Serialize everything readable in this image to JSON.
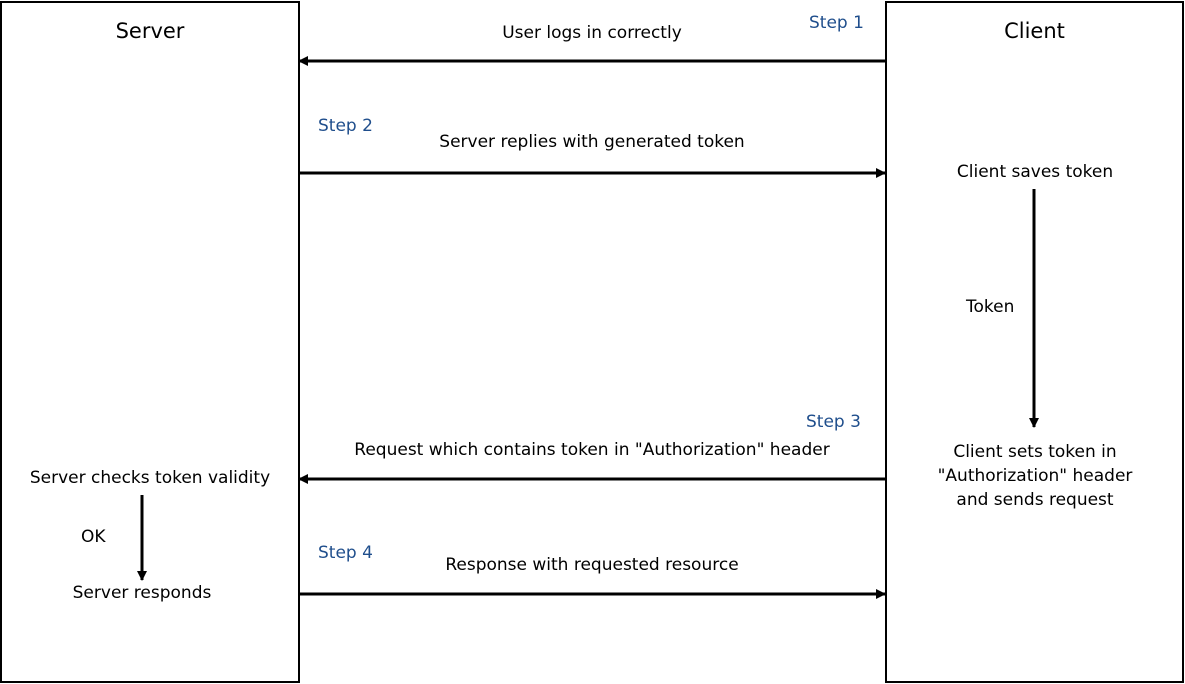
{
  "server": {
    "title": "Server"
  },
  "client": {
    "title": "Client"
  },
  "steps": {
    "step1": "Step 1",
    "step2": "Step 2",
    "step3": "Step 3",
    "step4": "Step 4"
  },
  "messages": {
    "user_logs_in": "User logs in correctly",
    "server_replies": "Server replies with generated token",
    "request_with_token": "Request which contains token in \"Authorization\" header",
    "response_resource": "Response with requested resource"
  },
  "client_notes": {
    "saves_token": "Client saves token",
    "token": "Token",
    "sets_token_line1": "Client sets token in",
    "sets_token_line2": "\"Authorization\" header",
    "sets_token_line3": "and sends request"
  },
  "server_notes": {
    "checks_validity": "Server checks token validity",
    "ok": "OK",
    "responds": "Server responds"
  },
  "colors": {
    "step": "#1f4e8c",
    "line": "#000000"
  }
}
